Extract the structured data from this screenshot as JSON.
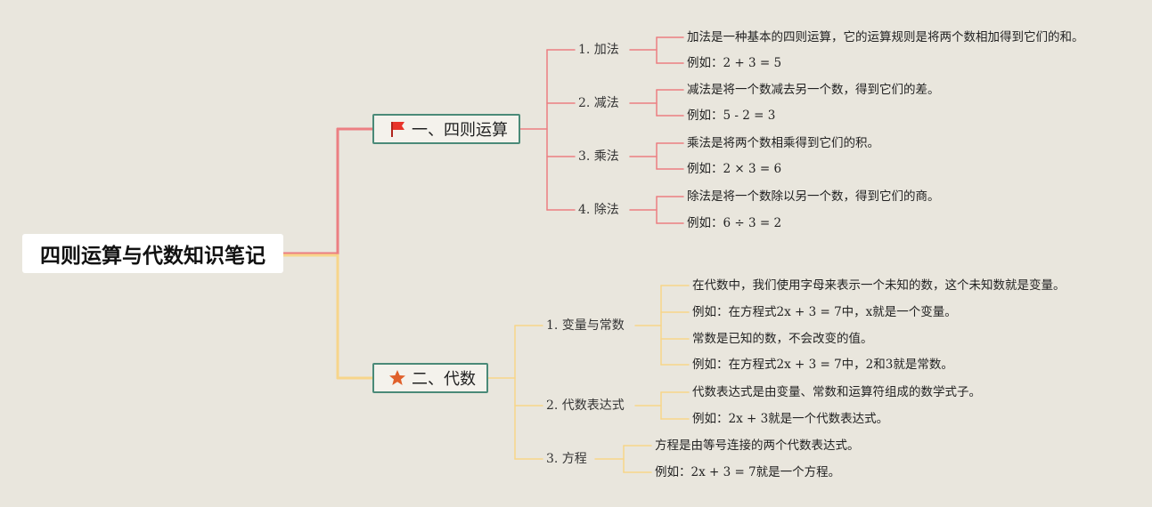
{
  "title": "四则运算与代数知识笔记",
  "colors": {
    "branch1": "#ec7f82",
    "branch2": "#f7d58a",
    "border": "#4a8a78",
    "flag": "#e8342a",
    "star": "#e0602b"
  },
  "branches": [
    {
      "label": "一、四则运算",
      "icon": "red-flag-icon",
      "subs": [
        {
          "label": "1. 加法",
          "leaves": [
            "加法是一种基本的四则运算，它的运算规则是将两个数相加得到它们的和。",
            "例如：2 + 3 = 5"
          ]
        },
        {
          "label": "2. 减法",
          "leaves": [
            "减法是将一个数减去另一个数，得到它们的差。",
            "例如：5 - 2 = 3"
          ]
        },
        {
          "label": "3. 乘法",
          "leaves": [
            "乘法是将两个数相乘得到它们的积。",
            "例如：2 × 3 = 6"
          ]
        },
        {
          "label": "4. 除法",
          "leaves": [
            "除法是将一个数除以另一个数，得到它们的商。",
            "例如：6 ÷ 3 = 2"
          ]
        }
      ]
    },
    {
      "label": "二、代数",
      "icon": "orange-star-icon",
      "subs": [
        {
          "label": "1. 变量与常数",
          "leaves": [
            "在代数中，我们使用字母来表示一个未知的数，这个未知数就是变量。",
            "例如：在方程式2x + 3 = 7中，x就是一个变量。",
            "常数是已知的数，不会改变的值。",
            "例如：在方程式2x + 3 = 7中，2和3就是常数。"
          ]
        },
        {
          "label": "2. 代数表达式",
          "leaves": [
            "代数表达式是由变量、常数和运算符组成的数学式子。",
            "例如：2x + 3就是一个代数表达式。"
          ]
        },
        {
          "label": "3. 方程",
          "leaves": [
            "方程是由等号连接的两个代数表达式。",
            "例如：2x + 3 = 7就是一个方程。"
          ]
        }
      ]
    }
  ]
}
